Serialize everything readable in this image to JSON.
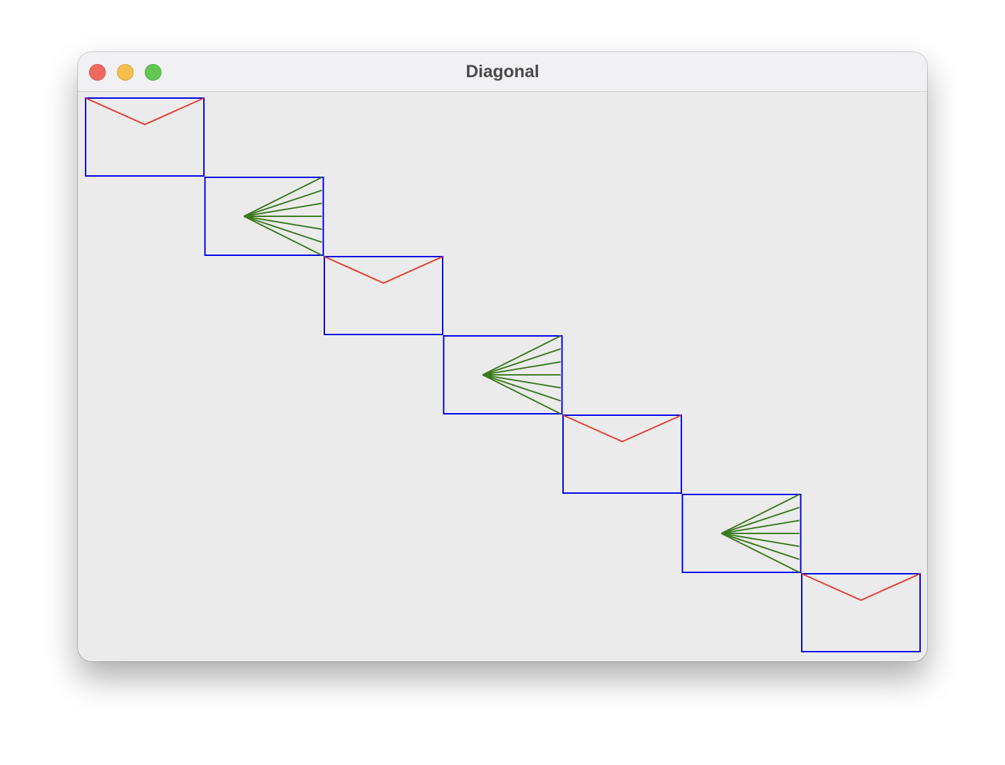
{
  "window": {
    "title": "Diagonal"
  },
  "colors": {
    "panel_border": "#0000e6",
    "envelope_line": "#e8392c",
    "fan_line": "#3a7a1e",
    "background": "#ecebec"
  },
  "panels": [
    {
      "kind": "envelope"
    },
    {
      "kind": "fan"
    },
    {
      "kind": "envelope"
    },
    {
      "kind": "fan"
    },
    {
      "kind": "envelope"
    },
    {
      "kind": "fan"
    },
    {
      "kind": "envelope"
    }
  ]
}
